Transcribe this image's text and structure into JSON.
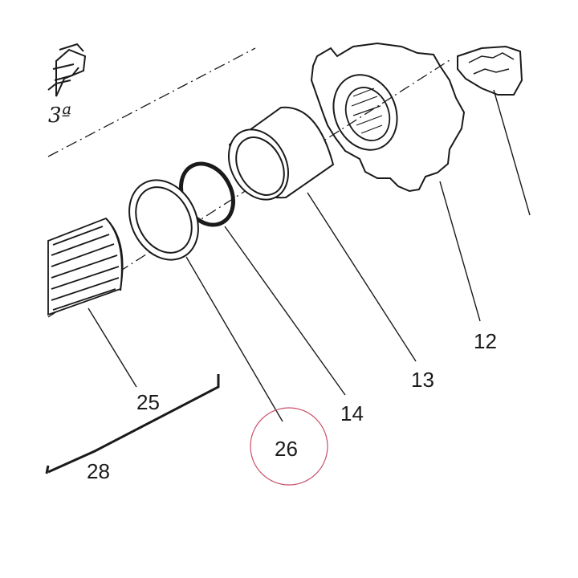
{
  "diagram": {
    "gear_label": "3ª",
    "callouts": [
      {
        "id": "12",
        "label": "12"
      },
      {
        "id": "13",
        "label": "13"
      },
      {
        "id": "14",
        "label": "14"
      },
      {
        "id": "25",
        "label": "25"
      },
      {
        "id": "26",
        "label": "26",
        "highlighted": true
      },
      {
        "id": "28",
        "label": "28"
      }
    ],
    "highlight_color": "#c8506a",
    "line_color": "#1a1a1a"
  }
}
